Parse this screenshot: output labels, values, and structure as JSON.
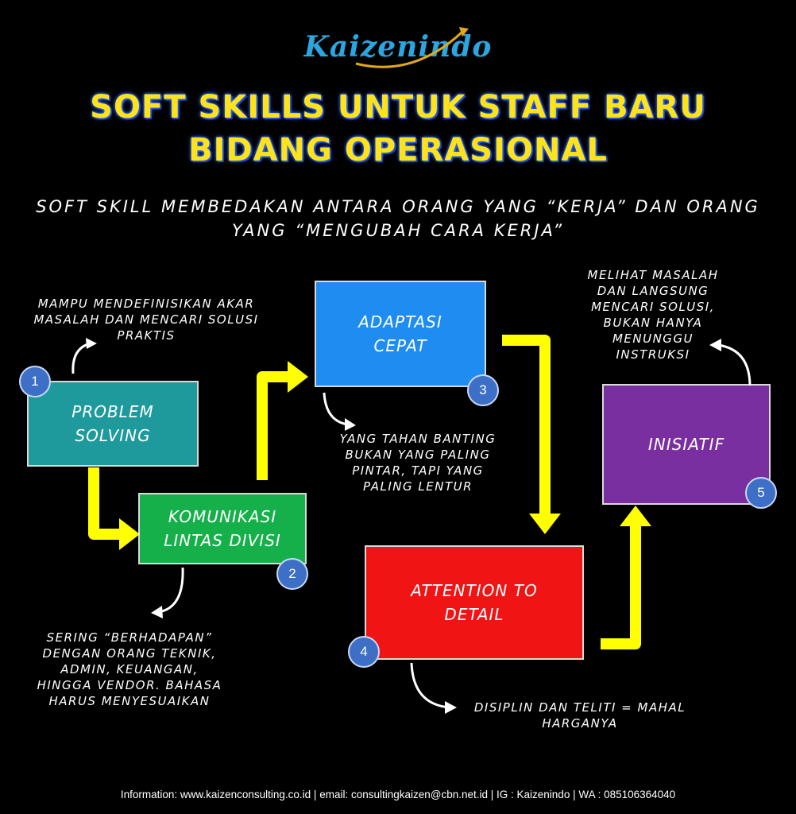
{
  "logo": {
    "text": "Kaizenindo"
  },
  "title": {
    "line1": "SOFT SKILLS UNTUK STAFF BARU",
    "line2": "BIDANG OPERASIONAL"
  },
  "subtitle": {
    "line1": "SOFT SKILL MEMBEDAKAN ANTARA ORANG YANG “KERJA” DAN ORANG",
    "line2": "YANG “MENGUBAH CARA KERJA”"
  },
  "steps": [
    {
      "number": "1",
      "label_line1": "PROBLEM",
      "label_line2": "SOLVING",
      "color": "#1f9a9c",
      "note_lines": [
        "MAMPU MENDEFINISIKAN AKAR",
        "MASALAH DAN MENCARI SOLUSI",
        "PRAKTIS"
      ]
    },
    {
      "number": "2",
      "label_line1": "KOMUNIKASI",
      "label_line2": "LINTAS DIVISI",
      "color": "#15b04a",
      "note_lines": [
        "SERING “BERHADAPAN”",
        "DENGAN ORANG TEKNIK,",
        "ADMIN, KEUANGAN,",
        "HINGGA VENDOR. BAHASA",
        "HARUS MENYESUAIKAN"
      ]
    },
    {
      "number": "3",
      "label_line1": "ADAPTASI",
      "label_line2": "CEPAT",
      "color": "#1e8cf0",
      "note_lines": [
        "YANG TAHAN BANTING",
        "BUKAN YANG PALING",
        "PINTAR, TAPI YANG",
        "PALING LENTUR"
      ]
    },
    {
      "number": "4",
      "label_line1": "ATTENTION TO",
      "label_line2": "DETAIL",
      "color": "#f01414",
      "note_lines": [
        "DISIPLIN DAN TELITI = MAHAL",
        "HARGANYA"
      ]
    },
    {
      "number": "5",
      "label_line1": "INISIATIF",
      "label_line2": "",
      "color": "#7a2fa0",
      "note_lines": [
        "MELIHAT MASALAH",
        "DAN LANGSUNG",
        "MENCARI SOLUSI,",
        "BUKAN HANYA",
        "MENUNGGU",
        "INSTRUKSI"
      ]
    }
  ],
  "colors": {
    "title": "#ffe31a",
    "arrow": "#ffff00",
    "badge": "#3c6fc5",
    "logo": "#2aa6e0"
  },
  "footer": {
    "text": "Information: www.kaizenconsulting.co.id | email: consultingkaizen@cbn.net.id | IG : Kaizenindo | WA : 085106364040"
  }
}
